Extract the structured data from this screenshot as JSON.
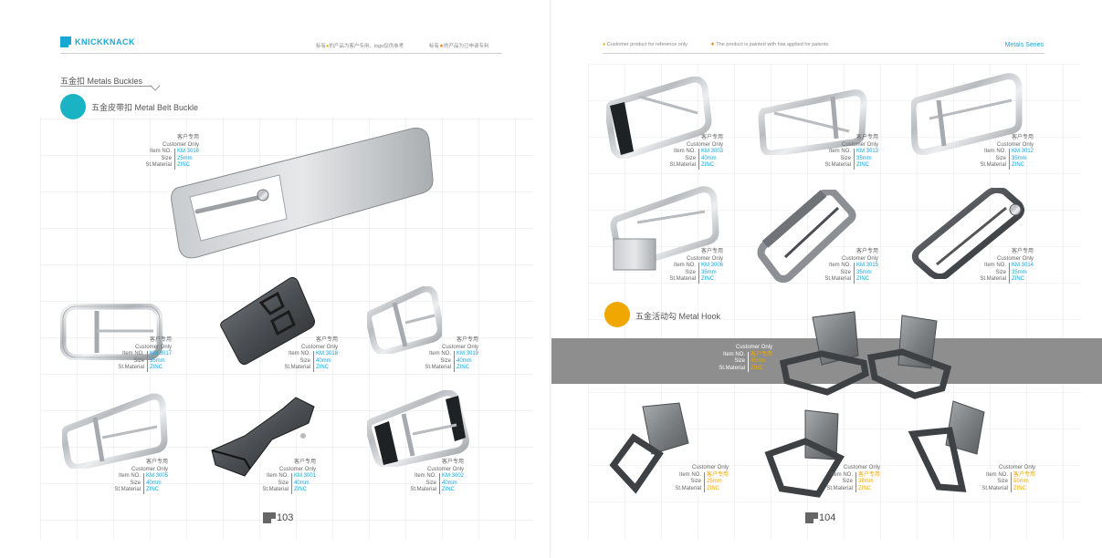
{
  "left": {
    "brand": "KNICKKNACK",
    "header_note_1": "标有",
    "header_note_1b": "的产品为客户专用，logo仅供参考",
    "header_note_2": "标有",
    "header_note_2b": "的产品为已申请专利",
    "category": "五金扣 Metals Buckles",
    "section_title": "五金皮带扣 Metal Belt Buckle",
    "page_number": "103",
    "items": [
      {
        "co_cn": "客户专用",
        "co_en": "Customer Only",
        "item_label": "Item NO.",
        "item": "KM 3016",
        "size_label": "Size",
        "size": "25mm",
        "mat_label": "St.Material",
        "mat": "ZINC"
      },
      {
        "co_cn": "客户专用",
        "co_en": "Customer Only",
        "item_label": "Item NO.",
        "item": "KM 3017",
        "size_label": "Size",
        "size": "35mm",
        "mat_label": "St.Material",
        "mat": "ZINC"
      },
      {
        "co_cn": "客户专用",
        "co_en": "Customer Only",
        "item_label": "Item NO.",
        "item": "KM 3018",
        "size_label": "Size",
        "size": "40mm",
        "mat_label": "St.Material",
        "mat": "ZINC"
      },
      {
        "co_cn": "客户专用",
        "co_en": "Customer Only",
        "item_label": "Item NO.",
        "item": "KM 3019",
        "size_label": "Size",
        "size": "40mm",
        "mat_label": "St.Material",
        "mat": "ZINC"
      },
      {
        "co_cn": "客户专用",
        "co_en": "Customer Only",
        "item_label": "Item NO.",
        "item": "KM 3005",
        "size_label": "Size",
        "size": "40mm",
        "mat_label": "St.Material",
        "mat": "ZINC"
      },
      {
        "co_cn": "客户专用",
        "co_en": "Customer Only",
        "item_label": "Item NO.",
        "item": "KM 3001",
        "size_label": "Size",
        "size": "40mm",
        "mat_label": "St.Material",
        "mat": "ZINC"
      },
      {
        "co_cn": "客户专用",
        "co_en": "Customer Only",
        "item_label": "Item NO.",
        "item": "KM 3002",
        "size_label": "Size",
        "size": "40mm",
        "mat_label": "St.Material",
        "mat": "ZINC"
      }
    ]
  },
  "right": {
    "legend_1": "Customer product for reference only",
    "legend_2": "The product is painted with has applied for patents",
    "series": "Metals Series",
    "section_title": "五金活动勾 Metal Hook",
    "page_number": "104",
    "items": [
      {
        "co_cn": "客户专用",
        "co_en": "Customer Only",
        "item_label": "Item NO.",
        "item": "KM 3003",
        "size_label": "Size",
        "size": "40mm",
        "mat_label": "St.Material",
        "mat": "ZINC"
      },
      {
        "co_cn": "客户专用",
        "co_en": "Customer Only",
        "item_label": "Item NO.",
        "item": "KM 3013",
        "size_label": "Size",
        "size": "35mm",
        "mat_label": "St.Material",
        "mat": "ZINC"
      },
      {
        "co_cn": "客户专用",
        "co_en": "Customer Only",
        "item_label": "Item NO.",
        "item": "KM 3012",
        "size_label": "Size",
        "size": "35mm",
        "mat_label": "St.Material",
        "mat": "ZINC"
      },
      {
        "co_cn": "客户专用",
        "co_en": "Customer Only",
        "item_label": "Item NO.",
        "item": "KM 3006",
        "size_label": "Size",
        "size": "35mm",
        "mat_label": "St.Material",
        "mat": "ZINC"
      },
      {
        "co_cn": "客户专用",
        "co_en": "Customer Only",
        "item_label": "Item NO.",
        "item": "KM 3015",
        "size_label": "Size",
        "size": "35mm",
        "mat_label": "St.Material",
        "mat": "ZINC"
      },
      {
        "co_cn": "客户专用",
        "co_en": "Customer Only",
        "item_label": "Item NO.",
        "item": "KM 3014",
        "size_label": "Size",
        "size": "35mm",
        "mat_label": "St.Material",
        "mat": "ZINC"
      }
    ],
    "hooks": [
      {
        "co_en": "Customer Only",
        "item_label": "Item NO.",
        "item": "客户专用",
        "size_label": "Size",
        "size": "45mm",
        "mat_label": "St.Material",
        "mat": "ZINC"
      },
      {
        "co_en": "Customer Only",
        "item_label": "Item NO.",
        "item": "客户专用",
        "size_label": "Size",
        "size": "25mm",
        "mat_label": "St.Material",
        "mat": "ZINC"
      },
      {
        "co_en": "Customer Only",
        "item_label": "Item NO.",
        "item": "客户专用",
        "size_label": "Size",
        "size": "38mm",
        "mat_label": "St.Material",
        "mat": "ZINC"
      },
      {
        "co_en": "Customer Only",
        "item_label": "Item NO.",
        "item": "客户专用",
        "size_label": "Size",
        "size": "50mm",
        "mat_label": "St.Material",
        "mat": "ZINC"
      }
    ]
  },
  "colors": {
    "accent_blue": "#19a7d6",
    "teal": "#19b3c4",
    "gold": "#f0a800",
    "band_gray": "#8e8e8e"
  }
}
